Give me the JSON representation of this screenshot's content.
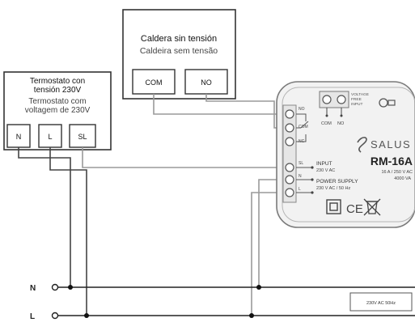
{
  "boiler": {
    "title_es": "Caldera sin tensión",
    "title_pt": "Caldeira sem tensão",
    "terminals": [
      "COM",
      "NO"
    ]
  },
  "thermostat": {
    "title_es_1": "Termostato con",
    "title_es_2": "tensión 230V",
    "title_pt_1": "Termostato com",
    "title_pt_2": "voltagem de 230V",
    "terminals": [
      "N",
      "L",
      "SL"
    ]
  },
  "device": {
    "brand": "SALUS",
    "model": "RM-16A",
    "rating_1": "16 A / 250 V AC",
    "rating_2": "4000 VA",
    "voltage_free_1": "VOLTAGE",
    "voltage_free_2": "FREE",
    "voltage_free_3": "INPUT",
    "top_terminals": [
      "COM",
      "NO"
    ],
    "side_terminals": [
      "NO",
      "COM",
      "NC",
      "SL",
      "N",
      "L"
    ],
    "input_1": "INPUT",
    "input_2": "230 V AC",
    "power_1": "POWER SUPPLY",
    "power_2": "230 V AC / 50 Hz",
    "marks": "CE"
  },
  "mains": {
    "n_label": "N",
    "l_label": "L",
    "supply_label": "230V AC 50Hz"
  },
  "colors": {
    "line": "#333333",
    "wire": "#9a9a9a",
    "device_fill": "#f2f2f2",
    "device_stroke": "#7a7a7a"
  }
}
